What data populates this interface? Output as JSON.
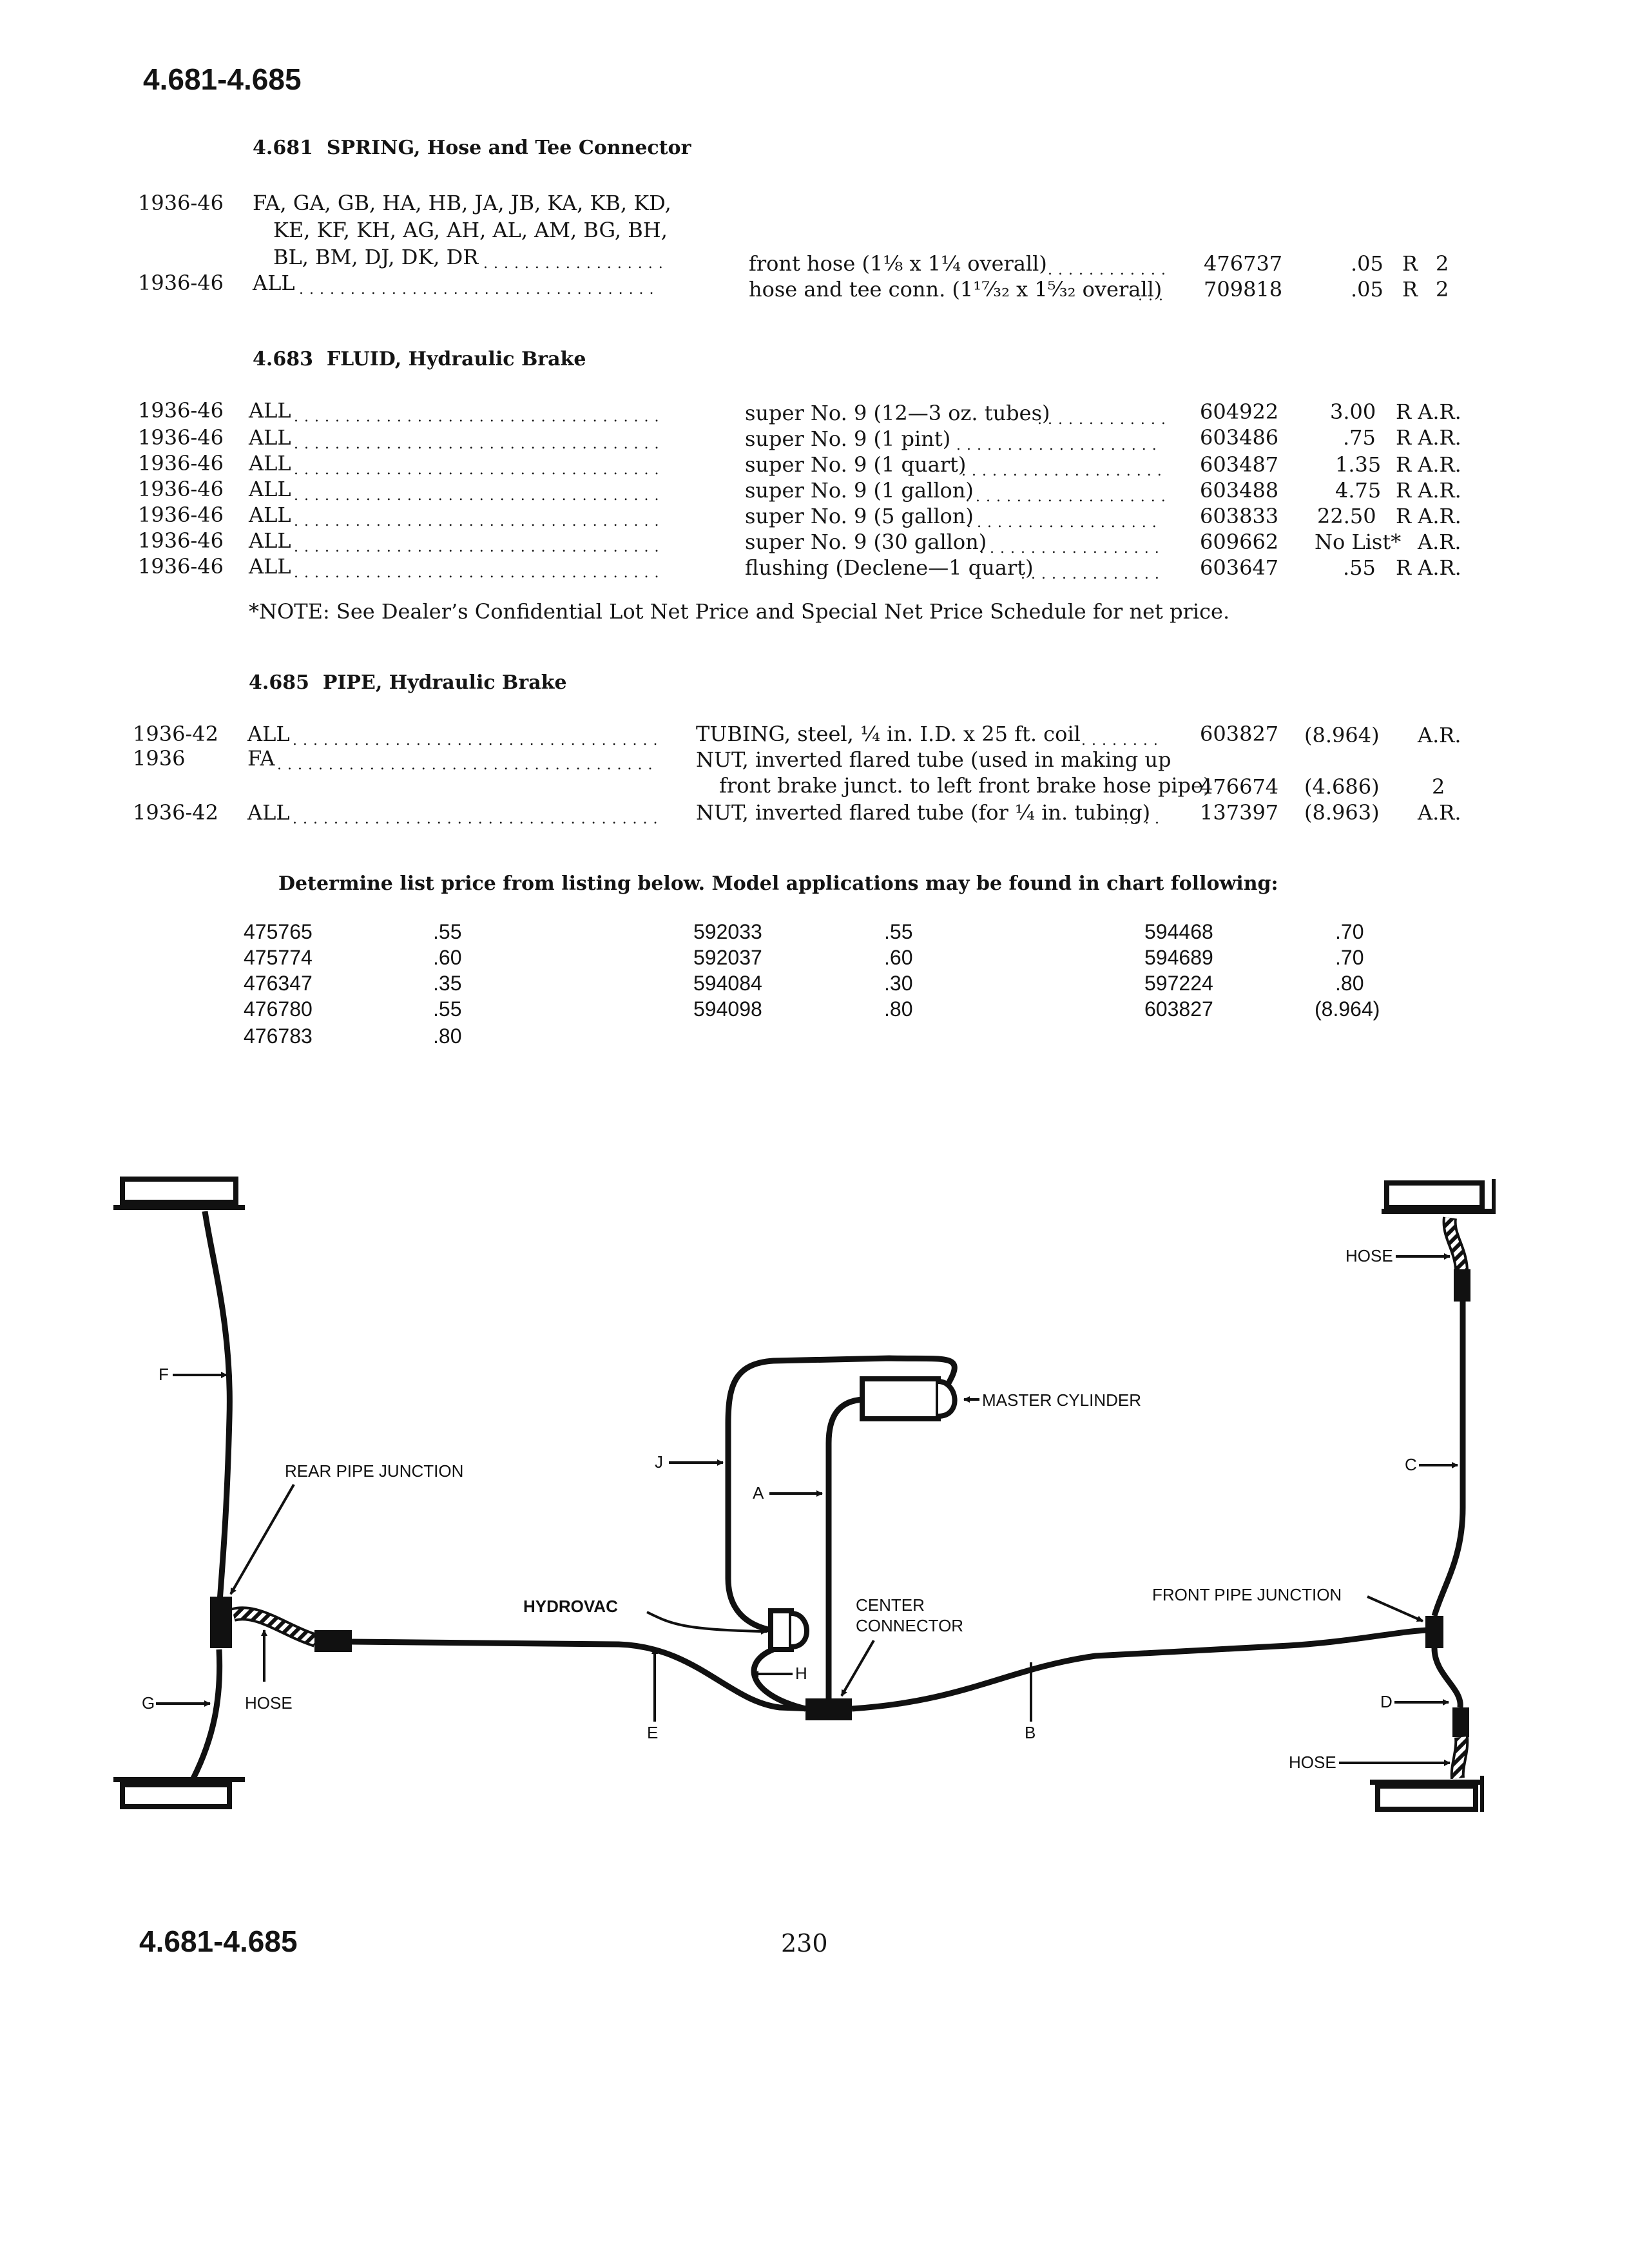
{
  "header": {
    "page_code": "4.681-4.685"
  },
  "sec1": {
    "number": "4.681",
    "title": "SPRING, Hose and Tee Connector",
    "rows": [
      {
        "years": "1936-46",
        "models": [
          "FA, GA, GB, HA, HB, JA, JB, KA, KB, KD,",
          "KE, KF, KH, AG, AH, AL, AM, BG, BH,",
          "BL, BM, DJ, DK, DR"
        ],
        "desc": "front hose (1⅛ x 1¼ overall)",
        "part": "476737",
        "price": ".05",
        "code": "R",
        "qty": "2"
      },
      {
        "years": "1936-46",
        "models": [
          "ALL"
        ],
        "desc": "hose and tee conn. (1¹⁷⁄₃₂ x 1⁵⁄₃₂ overall)",
        "part": "709818",
        "price": ".05",
        "code": "R",
        "qty": "2"
      }
    ]
  },
  "sec2": {
    "number": "4.683",
    "title": "FLUID, Hydraulic Brake",
    "rows": [
      {
        "years": "1936-46",
        "model": "ALL",
        "desc": "super No. 9 (12—3 oz. tubes)",
        "part": "604922",
        "price": "3.00",
        "code": "R A.R."
      },
      {
        "years": "1936-46",
        "model": "ALL",
        "desc": "super No. 9 (1 pint)",
        "part": "603486",
        "price": ".75",
        "code": "R A.R."
      },
      {
        "years": "1936-46",
        "model": "ALL",
        "desc": "super No. 9 (1 quart)",
        "part": "603487",
        "price": "1.35",
        "code": "R A.R."
      },
      {
        "years": "1936-46",
        "model": "ALL",
        "desc": "super No. 9 (1 gallon)",
        "part": "603488",
        "price": "4.75",
        "code": "R A.R."
      },
      {
        "years": "1936-46",
        "model": "ALL",
        "desc": "super No. 9 (5 gallon)",
        "part": "603833",
        "price": "22.50",
        "code": "R A.R."
      },
      {
        "years": "1936-46",
        "model": "ALL",
        "desc": "super No. 9 (30 gallon)",
        "part": "609662",
        "price": "No List*",
        "code": "A.R."
      },
      {
        "years": "1936-46",
        "model": "ALL",
        "desc": "flushing (Declene—1 quart)",
        "part": "603647",
        "price": ".55",
        "code": "R A.R."
      }
    ],
    "note": "*NOTE: See Dealer’s Confidential Lot Net Price and Special Net Price Schedule for net price."
  },
  "sec3": {
    "number": "4.685",
    "title": "PIPE, Hydraulic Brake",
    "rows": [
      {
        "years": "1936-42",
        "model": "ALL",
        "desc": [
          "TUBING, steel, ¼ in. I.D. x 25 ft. coil"
        ],
        "part": "603827",
        "price": "(8.964)",
        "qty": "A.R."
      },
      {
        "years": "1936",
        "model": "FA",
        "desc": [
          "NUT, inverted flared tube (used in making up",
          "front brake junct. to left front brake hose pipe)"
        ],
        "part": "476674",
        "price": "(4.686)",
        "qty": "2"
      },
      {
        "years": "1936-42",
        "model": "ALL",
        "desc": [
          "NUT, inverted flared tube (for ¼ in. tubing)"
        ],
        "part": "137397",
        "price": "(8.963)",
        "qty": "A.R."
      }
    ]
  },
  "price_list": {
    "heading": "Determine list price from listing below. Model applications may be found in chart following:",
    "columns": [
      [
        {
          "part": "475765",
          "price": ".55"
        },
        {
          "part": "475774",
          "price": ".60"
        },
        {
          "part": "476347",
          "price": ".35"
        },
        {
          "part": "476780",
          "price": ".55"
        },
        {
          "part": "476783",
          "price": ".80"
        }
      ],
      [
        {
          "part": "592033",
          "price": ".55"
        },
        {
          "part": "592037",
          "price": ".60"
        },
        {
          "part": "594084",
          "price": ".30"
        },
        {
          "part": "594098",
          "price": ".80"
        }
      ],
      [
        {
          "part": "594468",
          "price": ".70"
        },
        {
          "part": "594689",
          "price": ".70"
        },
        {
          "part": "597224",
          "price": ".80"
        },
        {
          "part": "603827",
          "price": "(8.964)"
        }
      ]
    ]
  },
  "diagram": {
    "labels": {
      "f": "F",
      "g": "G",
      "j": "J",
      "a": "A",
      "h": "H",
      "e": "E",
      "b": "B",
      "c": "C",
      "d": "D",
      "rear_pipe_junction": "REAR PIPE JUNCTION",
      "hose_rear": "HOSE",
      "hydrovac": "HYDROVAC",
      "center_connector_1": "CENTER",
      "center_connector_2": "CONNECTOR",
      "master_cylinder": "MASTER CYLINDER",
      "front_pipe_junction": "FRONT PIPE JUNCTION",
      "hose_front_top": "HOSE",
      "hose_front_bottom": "HOSE"
    }
  },
  "footer": {
    "page_code": "4.681-4.685",
    "page_number": "230"
  }
}
